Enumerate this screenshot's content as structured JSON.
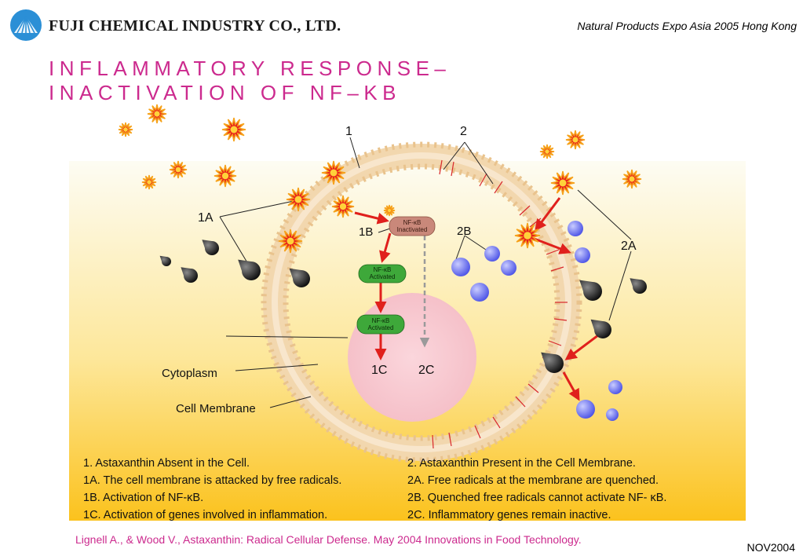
{
  "header": {
    "company": "FUJI CHEMICAL INDUSTRY CO., LTD.",
    "event": "Natural Products Expo Asia 2005 Hong Kong"
  },
  "title": {
    "line1": "INFLAMMATORY RESPONSE–",
    "line2": "INACTIVATION OF NF–KB"
  },
  "diagram": {
    "labels": {
      "l1": "1",
      "l2": "2",
      "l1a": "1A",
      "l1b": "1B",
      "l2a": "2A",
      "l2b": "2B",
      "l1c": "1C",
      "l2c": "2C",
      "cytoplasm": "Cytoplasm",
      "membrane": "Cell Membrane"
    },
    "nfkb": {
      "inactivated_l1": "NF-κB",
      "inactivated_l2": "Inactivated",
      "activated1_l1": "NF-κB",
      "activated1_l2": "Activated",
      "activated2_l1": "NF-κB",
      "activated2_l2": "Activated"
    },
    "legend_left": [
      "1. Astaxanthin Absent in the Cell.",
      "1A. The cell membrane is attacked by free radicals.",
      "1B. Activation of NF-κB.",
      "1C. Activation of genes involved in inflammation."
    ],
    "legend_right": [
      "2. Astaxanthin Present in the Cell Membrane.",
      "2A. Free radicals at the membrane are quenched.",
      "2B. Quenched free radicals cannot activate NF- κB.",
      "2C. Inflammatory genes remain inactive."
    ]
  },
  "footer": {
    "citation": "Lignell A., & Wood V., Astaxanthin: Radical Cellular Defense. May 2004 Innovations in Food Technology.",
    "date": "NOV2004"
  },
  "colors": {
    "title": "#cc2a8e",
    "accent_red": "#e0201c",
    "green": "#3ea83a",
    "nucleus": "#f6c8cf",
    "membrane": "#f0cfa2",
    "blue": "#5a60ee"
  },
  "icons": {
    "logo": "fuji-fan-logo-icon",
    "radical": "starburst-icon",
    "quenched": "blue-sphere-icon",
    "attacker": "black-drop-icon"
  }
}
